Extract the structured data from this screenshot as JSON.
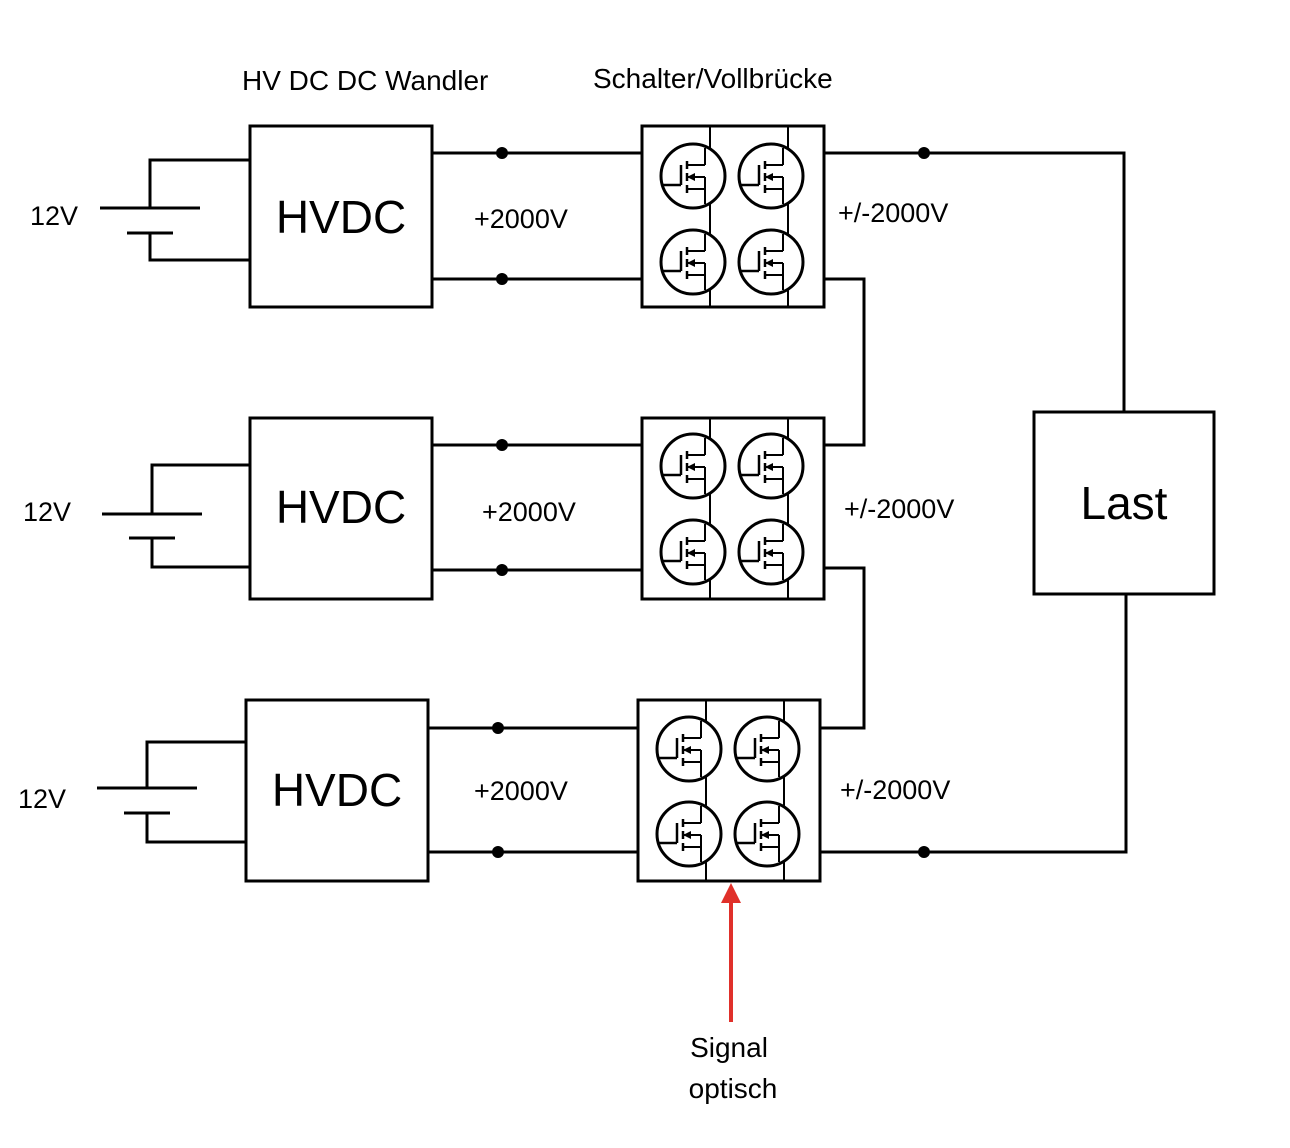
{
  "headers": {
    "converter": "HV DC DC Wandler",
    "bridge": "Schalter/Vollbrücke"
  },
  "stages": [
    {
      "battery": "12V",
      "converter": "HVDC",
      "dc_voltage": "+2000V",
      "output_voltage": "+/-2000V"
    },
    {
      "battery": "12V",
      "converter": "HVDC",
      "dc_voltage": "+2000V",
      "output_voltage": "+/-2000V"
    },
    {
      "battery": "12V",
      "converter": "HVDC",
      "dc_voltage": "+2000V",
      "output_voltage": "+/-2000V"
    }
  ],
  "load": {
    "label": "Last"
  },
  "signal": {
    "line1": "Signal",
    "line2": "optisch",
    "arrow_color": "#e0302a"
  },
  "icons": [
    "battery-icon",
    "mosfet-icon",
    "arrow-up-icon"
  ]
}
